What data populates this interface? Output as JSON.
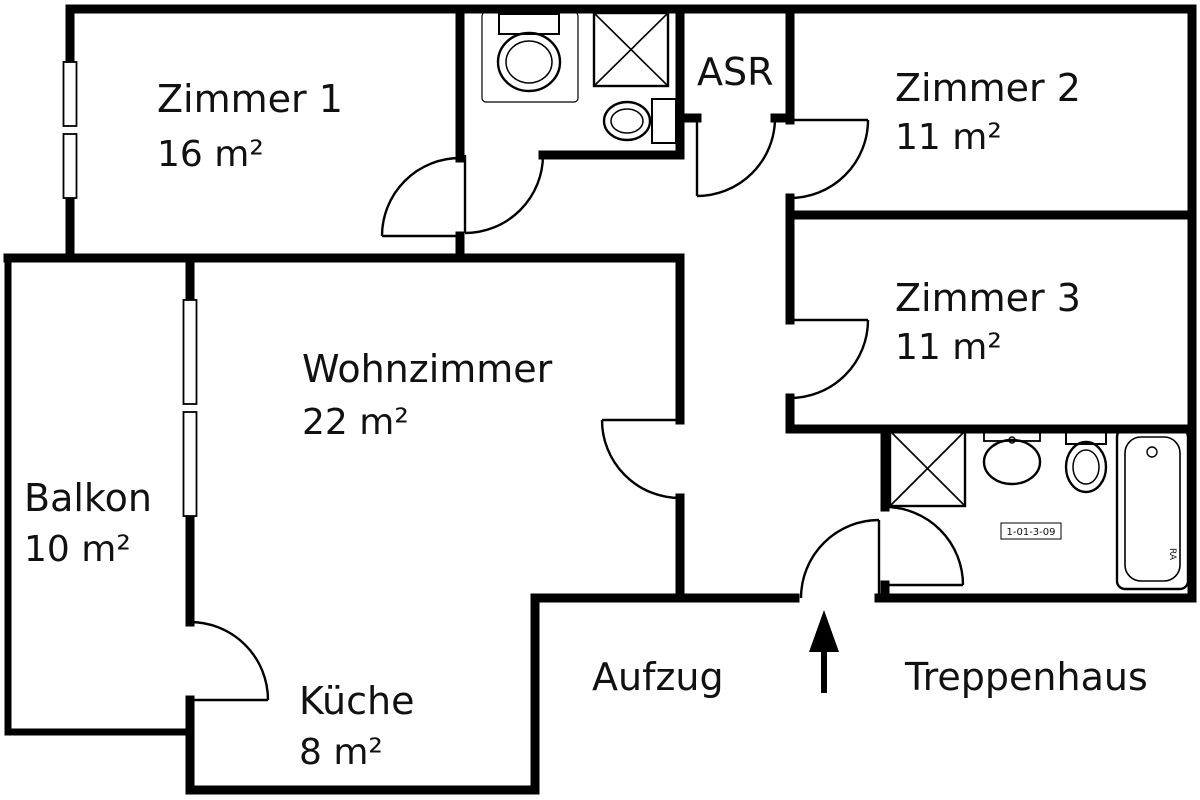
{
  "colors": {
    "background": "#ffffff",
    "wall": "#000000",
    "text": "#111111"
  },
  "rooms": [
    {
      "name": "Zimmer 1",
      "area": "16 m²"
    },
    {
      "name": "Zimmer 2",
      "area": "11 m²"
    },
    {
      "name": "Zimmer 3",
      "area": "11 m²"
    },
    {
      "name": "Wohnzimmer",
      "area": "22 m²"
    },
    {
      "name": "Balkon",
      "area": "10 m²"
    },
    {
      "name": "Küche",
      "area": "8 m²"
    }
  ],
  "labels": {
    "storage": "ASR",
    "elevator": "Aufzug",
    "stairwell": "Treppenhaus",
    "bath_code": "1-01-3-09",
    "tub_note": "RA"
  },
  "symbols": [
    "shower",
    "toilet",
    "sink",
    "bathtub",
    "door-swing",
    "window",
    "entrance-arrow"
  ]
}
